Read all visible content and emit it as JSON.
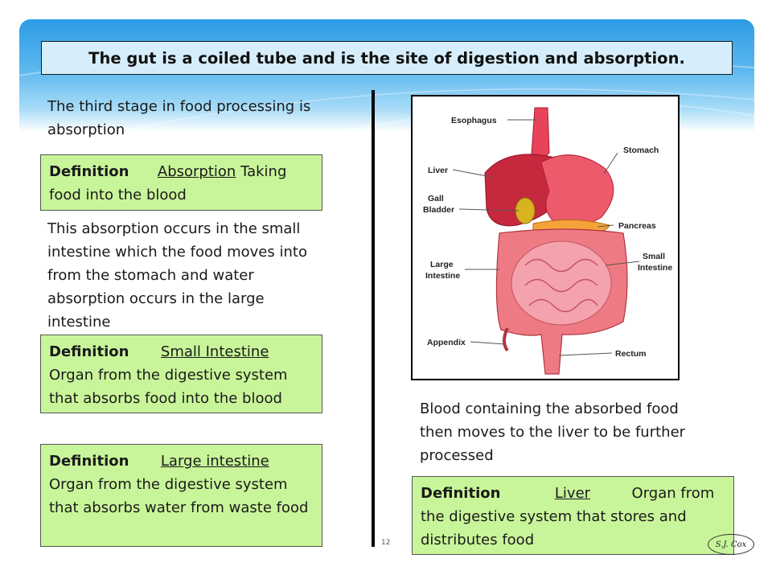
{
  "title": "The gut is a coiled tube and is the site of digestion and absorption.",
  "intro_text_1": "The third stage in food processing is absorption",
  "definition_1": {
    "label": "Definition",
    "term": "Absorption",
    "text": " Taking food into the blood"
  },
  "intro_text_2": "This absorption occurs in the small intestine which the food moves into from the stomach and water absorption occurs in the large intestine",
  "definition_2": {
    "label": "Definition",
    "term": "Small Intestine",
    "text": "Organ from the digestive system that absorbs food into the blood"
  },
  "definition_3": {
    "label": "Definition",
    "term": "Large intestine",
    "text": "Organ from the digestive system that absorbs water from waste food"
  },
  "right_text": "Blood containing the absorbed food then moves to the liver to be further processed",
  "definition_4": {
    "label": "Definition",
    "term": "Liver",
    "text": "Organ from the digestive system that stores and distributes food"
  },
  "diagram_labels": {
    "esophagus": "Esophagus",
    "stomach": "Stomach",
    "liver": "Liver",
    "gall_1": "Gall",
    "gall_2": "Bladder",
    "pancreas": "Pancreas",
    "large_1": "Large",
    "large_2": "Intestine",
    "small_1": "Small",
    "small_2": "Intestine",
    "appendix": "Appendix",
    "rectum": "Rectum"
  },
  "page_number": "12",
  "logo_text": "S.J. Cox",
  "colors": {
    "banner": "#2c9be6",
    "title_bg": "#d6eefc",
    "definition_bg": "#c9f59a"
  }
}
